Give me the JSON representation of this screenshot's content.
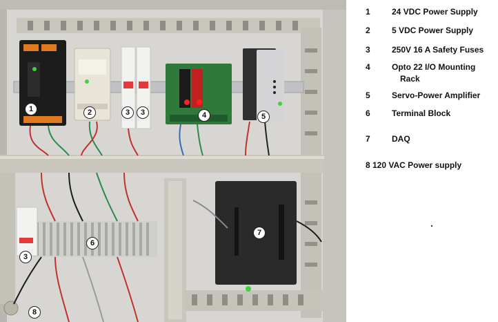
{
  "photo": {
    "markers": [
      {
        "id": "marker-1",
        "label": "1"
      },
      {
        "id": "marker-2",
        "label": "2"
      },
      {
        "id": "marker-3a",
        "label": "3"
      },
      {
        "id": "marker-3b",
        "label": "3"
      },
      {
        "id": "marker-4",
        "label": "4"
      },
      {
        "id": "marker-5",
        "label": "5"
      },
      {
        "id": "marker-6",
        "label": "6"
      },
      {
        "id": "marker-7",
        "label": "7"
      },
      {
        "id": "marker-3c",
        "label": "3"
      },
      {
        "id": "marker-8",
        "label": "8"
      }
    ],
    "colors": {
      "wall": "#d8d6d2",
      "din_rail": "#bfc1c2",
      "duct": "#c9c7bd",
      "psu_24": "#1c1c1c",
      "psu_5": "#e8e4d8",
      "pcb": "#2f7a3a",
      "daq": "#2a2a2a",
      "led_red": "#ff2020",
      "led_green": "#40d040"
    }
  },
  "legend": [
    {
      "num": "1",
      "text": "24 VDC Power Supply"
    },
    {
      "num": "2",
      "text": "5 VDC Power  Supply"
    },
    {
      "num": "3",
      "text": "250V 16 A  Safety Fuses"
    },
    {
      "num": "4",
      "text": "Opto 22 I/O Mounting",
      "sub": "Rack"
    },
    {
      "num": "5",
      "text": "Servo-Power  Amplifier"
    },
    {
      "num": "6",
      "text": "Terminal Block"
    },
    {
      "num": "7",
      "text": "DAQ"
    },
    {
      "num": "8",
      "text": "120 VAC    Power supply"
    }
  ]
}
